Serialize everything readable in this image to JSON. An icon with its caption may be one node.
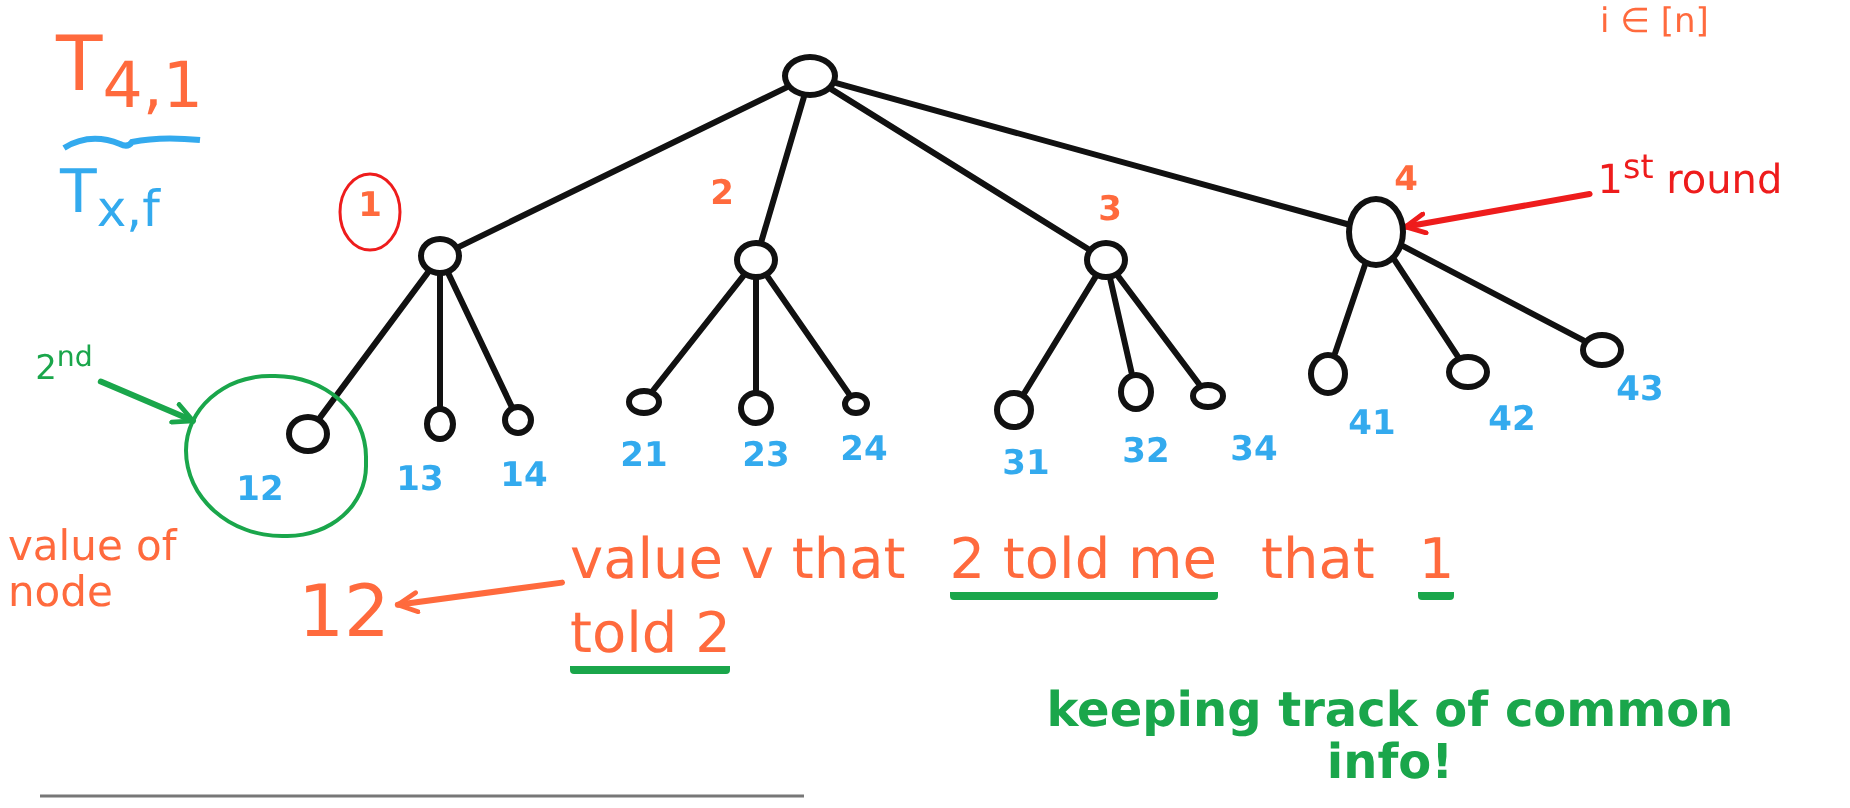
{
  "diagram": {
    "nodes": [
      {
        "text": [],
        "shape": "circle"
      },
      {
        "text": [],
        "shape": "circle",
        "beside": [
          "1"
        ]
      },
      {
        "text": [],
        "shape": "circle",
        "beside": [
          "2"
        ]
      },
      {
        "text": [],
        "shape": "circle",
        "beside": [
          "3"
        ]
      },
      {
        "text": [],
        "shape": "circle",
        "beside": [
          "4"
        ]
      },
      {
        "text": [],
        "shape": "circle"
      },
      {
        "text": [],
        "shape": "circle",
        "in": 5,
        "beside": [
          "12"
        ]
      },
      {
        "text": [],
        "shape": "circle",
        "beside": [
          "13"
        ]
      },
      {
        "text": [],
        "shape": "circle",
        "beside": [
          "14"
        ]
      },
      {
        "text": [],
        "shape": "circle",
        "beside": [
          "21"
        ]
      },
      {
        "text": [],
        "shape": "circle",
        "beside": [
          "23"
        ]
      },
      {
        "text": [],
        "shape": "circle",
        "beside": [
          "24"
        ]
      },
      {
        "text": [],
        "shape": "circle",
        "beside": [
          "31"
        ]
      },
      {
        "text": [],
        "shape": "circle",
        "beside": [
          "32"
        ]
      },
      {
        "text": [],
        "shape": "circle",
        "beside": [
          "34"
        ]
      },
      {
        "text": [],
        "shape": "circle",
        "beside": [
          "41"
        ]
      },
      {
        "text": [],
        "shape": "circle",
        "beside": [
          "42"
        ]
      },
      {
        "text": [],
        "shape": "circle",
        "beside": [
          "43"
        ]
      },
      {
        "text": [
          "1$^{st}$ round"
        ]
      },
      {
        "text": [
          "2$^{nd}$"
        ]
      },
      {
        "text": [
          "12"
        ]
      },
      {
        "text": [
          "value v that",
          "2 told me",
          "that",
          "1",
          "told 2"
        ]
      }
    ],
    "edges": [
      {
        "from": 0,
        "to": 1,
        "arrow": "none"
      },
      {
        "from": 0,
        "to": 2,
        "arrow": "none"
      },
      {
        "from": 0,
        "to": 3,
        "arrow": "none"
      },
      {
        "from": 0,
        "to": 4,
        "arrow": "none"
      },
      {
        "from": 1,
        "to": 6,
        "arrow": "none"
      },
      {
        "from": 1,
        "to": 7,
        "arrow": "none"
      },
      {
        "from": 1,
        "to": 8,
        "arrow": "none"
      },
      {
        "from": 2,
        "to": 9,
        "arrow": "none"
      },
      {
        "from": 2,
        "to": 10,
        "arrow": "none"
      },
      {
        "from": 2,
        "to": 11,
        "arrow": "none"
      },
      {
        "from": 3,
        "to": 12,
        "arrow": "none"
      },
      {
        "from": 3,
        "to": 13,
        "arrow": "none"
      },
      {
        "from": 3,
        "to": 14,
        "arrow": "none"
      },
      {
        "from": 4,
        "to": 15,
        "arrow": "none"
      },
      {
        "from": 4,
        "to": 16,
        "arrow": "none"
      },
      {
        "from": 4,
        "to": 17,
        "arrow": "none"
      },
      {
        "from": 18,
        "to": 4,
        "arrow": "to",
        "color": "#ee1c1c"
      },
      {
        "from": 19,
        "to": 5,
        "arrow": "to",
        "color": "#1aa64b"
      },
      {
        "from": 21,
        "to": 20,
        "arrow": "to",
        "color": "#ff6a3d"
      }
    ],
    "labels": [
      "T$_{4,1}$",
      "T$_{x,f}$",
      "i ∈ [n]",
      "value of node",
      "keeping track of common info!"
    ]
  }
}
